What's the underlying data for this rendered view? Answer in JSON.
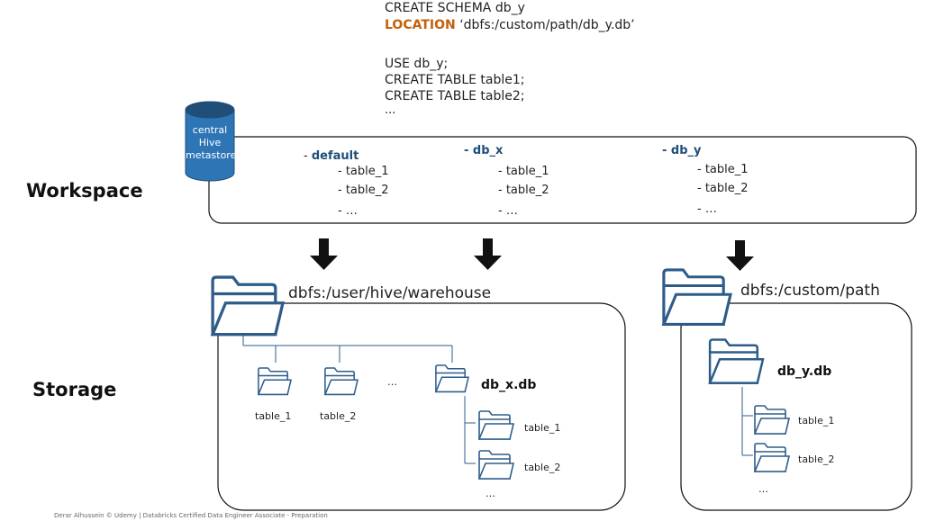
{
  "code": {
    "line1": "CREATE SCHEMA db_y",
    "keyword": "LOCATION",
    "location_value": "‘dbfs:/custom/path/db_y.db’",
    "line3": "USE db_y;",
    "line4": "CREATE TABLE table1;",
    "line5": "CREATE TABLE table2;",
    "line6": "..."
  },
  "metastore": {
    "line1": "central",
    "line2": "Hive",
    "line3": "metastore"
  },
  "workspace": {
    "label": "Workspace",
    "databases": [
      {
        "name": "default",
        "tables": [
          "- table_1",
          "- table_2",
          "- …"
        ]
      },
      {
        "name": "db_x",
        "tables": [
          "- table_1",
          "- table_2",
          "- …"
        ]
      },
      {
        "name": "db_y",
        "tables": [
          "- table_1",
          "- table_2",
          "- …"
        ]
      }
    ]
  },
  "storage": {
    "label": "Storage",
    "warehouse_path": "dbfs:/user/hive/warehouse",
    "custom_path": "dbfs:/custom/path",
    "warehouse_tables": [
      "table_1",
      "table_2"
    ],
    "ellipsis": "…",
    "db_x": {
      "name": "db_x.db",
      "tables": [
        "table_1",
        "table_2"
      ],
      "more": "…"
    },
    "db_y": {
      "name": "db_y.db",
      "tables": [
        "table_1",
        "table_2"
      ],
      "more": "…"
    }
  },
  "footer": "Derar Alhussein © Udemy | Databricks Certified Data Engineer Associate - Preparation",
  "colors": {
    "cylinder": "#2e75b6",
    "cylinder_top": "#1f4e79",
    "folder_stroke": "#2e5c8a",
    "keyword": "#c5600b",
    "db_name": "#1f4e79"
  }
}
